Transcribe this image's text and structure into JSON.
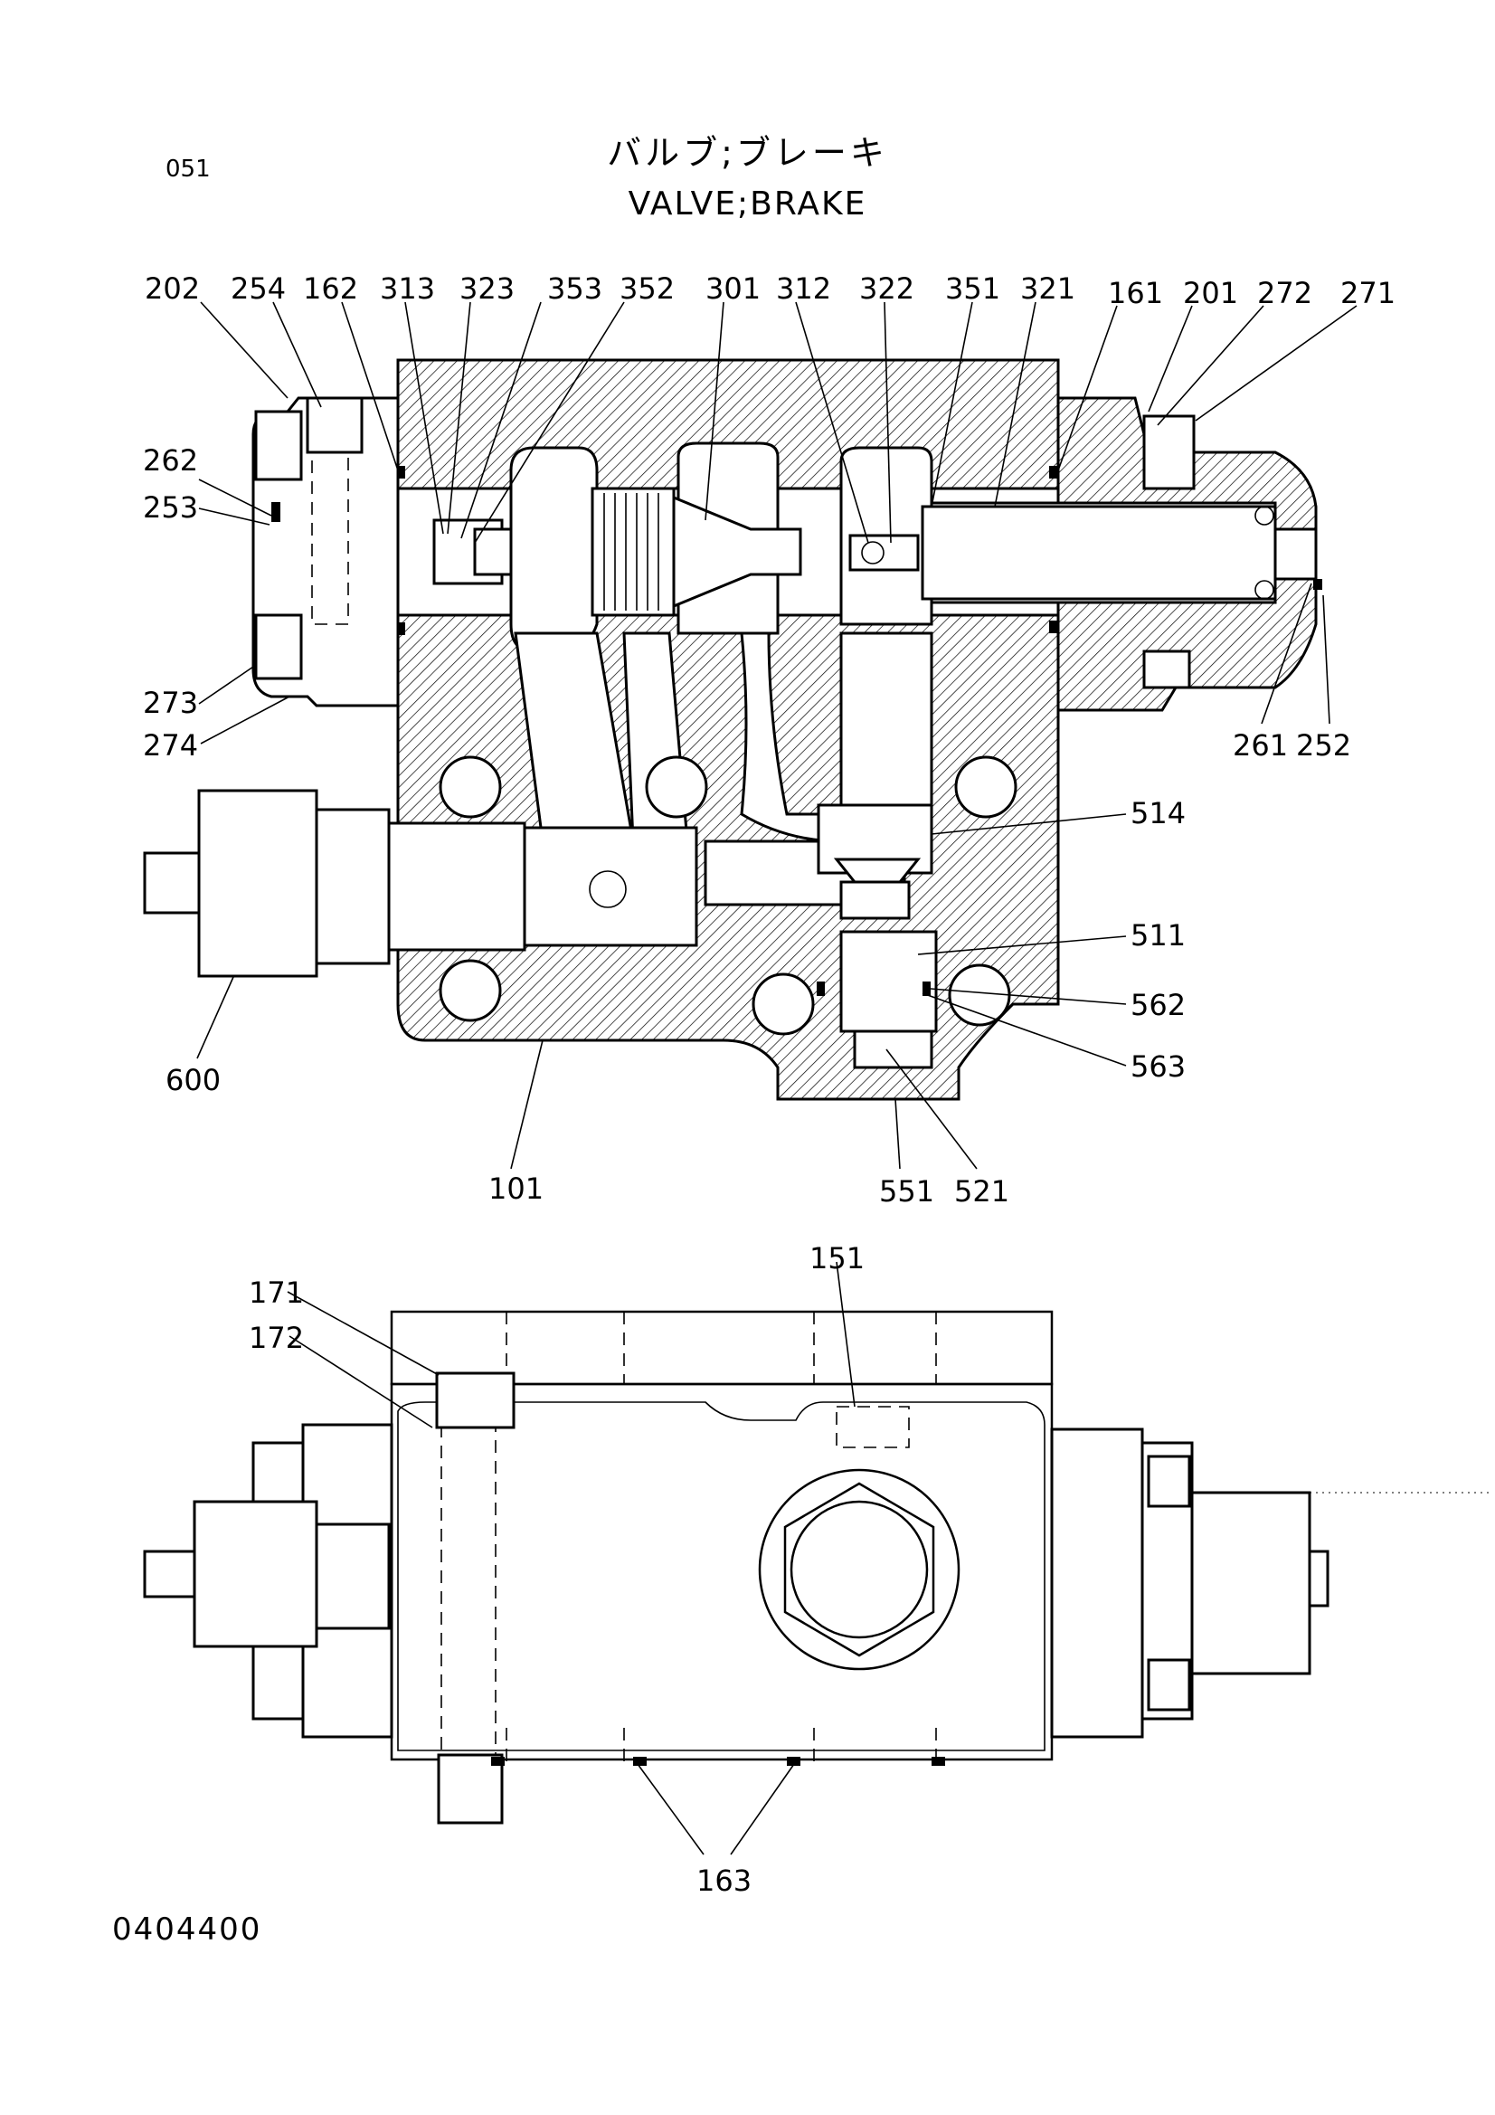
{
  "page_code": "051",
  "title_jp": "バルブ;ブレーキ",
  "title_en": "VALVE;BRAKE",
  "drawing_number": "0404400",
  "top_view_callouts": [
    "202",
    "254",
    "162",
    "313",
    "323",
    "353",
    "352",
    "301",
    "312",
    "322",
    "351",
    "321",
    "161",
    "201",
    "272",
    "271",
    "262",
    "253",
    "273",
    "274",
    "261",
    "252",
    "514",
    "511",
    "562",
    "563",
    "600",
    "101",
    "551",
    "521"
  ],
  "bottom_view_callouts": [
    "171",
    "172",
    "151",
    "163"
  ]
}
